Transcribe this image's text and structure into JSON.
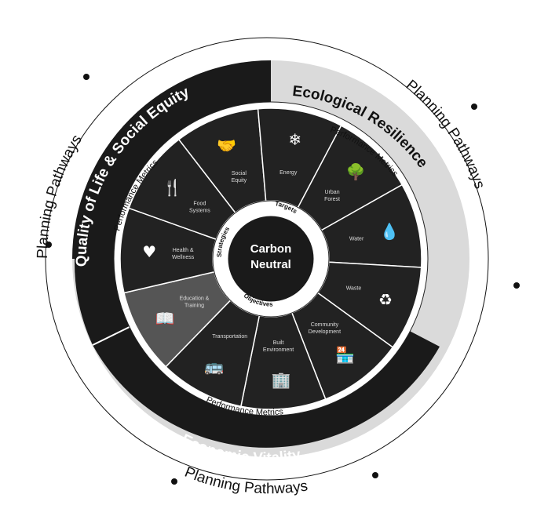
{
  "center": {
    "line1": "Carbon",
    "line2": "Neutral"
  },
  "inner_labels": {
    "strategies": "Strategies",
    "targets": "Targets",
    "objectives": "Objectives"
  },
  "performance_metrics": {
    "left": "Performance Metrics",
    "right": "Performance Metrics",
    "bottom": "Performance Metrics"
  },
  "bands": {
    "quality": "Quality of Life & Social Equity",
    "ecological": "Ecological Resilience",
    "economic": "Economic Vitality"
  },
  "pathways": {
    "left": "Planning Pathways",
    "right": "Planning Pathways",
    "bottom": "Planning Pathways"
  },
  "segments": [
    {
      "label": "Social Equity",
      "icon": "handshake-icon"
    },
    {
      "label": "Energy",
      "icon": "wind-turbine-icon"
    },
    {
      "label": "Urban Forest",
      "icon": "tree-icon"
    },
    {
      "label": "Water",
      "icon": "water-hand-icon"
    },
    {
      "label": "Waste",
      "icon": "recycle-icon"
    },
    {
      "label": "Community Development",
      "icon": "storefront-icon"
    },
    {
      "label": "Built Environment",
      "icon": "buildings-icon"
    },
    {
      "label": "Transportation",
      "icon": "bus-icon"
    },
    {
      "label": "Education & Training",
      "icon": "classroom-icon"
    },
    {
      "label": "Health & Wellness",
      "icon": "heart-health-icon"
    },
    {
      "label": "Food Systems",
      "icon": "fork-knife-icon"
    }
  ],
  "colors": {
    "dark": "#1a1a1a",
    "segment": "#222222",
    "highlight": "#555555",
    "ring": "#ffffff",
    "ecological": "#d9d9d9"
  }
}
